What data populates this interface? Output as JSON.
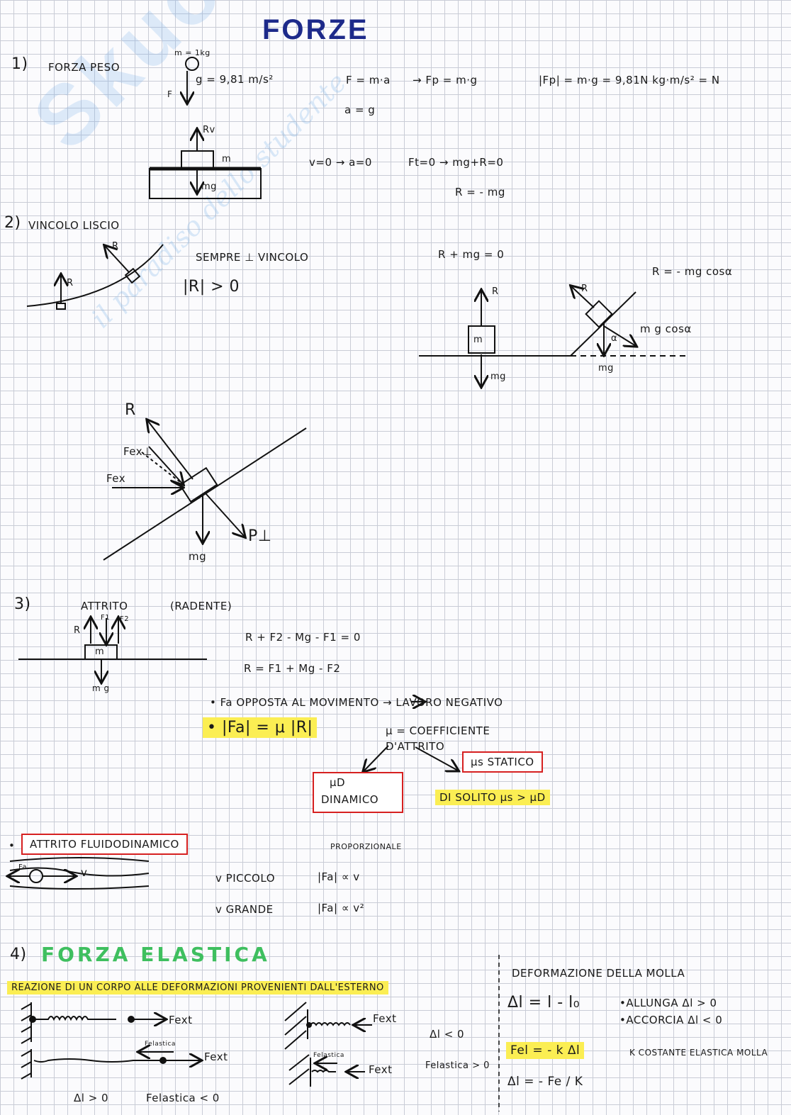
{
  "watermark": {
    "brand": "Skuola.net",
    "tagline": "il paradiso dello studente"
  },
  "title": "FORZE",
  "sec1": {
    "num": "1)",
    "heading": "FORZA PESO",
    "mass_label": "m = 1kg",
    "g_value": "g = 9,81 m/s²",
    "f_label": "F",
    "eq1": "F = m·a",
    "eq1b": "→ Fp = m·g",
    "eq2": "|Fp| = m·g = 9,81N  kg·m/s² = N",
    "eq3": "a = g",
    "rv": "Rv",
    "m": "m",
    "mg": "mg",
    "eq4": "v=0 → a=0",
    "eq5": "Ft=0 → mg+R=0",
    "eq6": "R = - mg"
  },
  "sec2": {
    "num": "2)",
    "heading": "VINCOLO LISCIO",
    "r": "R",
    "always": "SEMPRE ⊥ VINCOLO",
    "abs": "|R| > 0",
    "eq1": "R + mg = 0",
    "eq2": "R = - mg cosα",
    "mgcos": "m g cosα",
    "m": "m",
    "mg": "mg",
    "alpha": "α",
    "fexp": "Fex⊥",
    "fex": "Fex",
    "pperp": "P⊥"
  },
  "sec3": {
    "num": "3)",
    "heading": "ATTRITO",
    "sub": "(RADENTE)",
    "r": "R",
    "f1": "F1",
    "f2": "F2",
    "m": "m",
    "mg": "m g",
    "eq1": "R + F2 - Mg - F1 = 0",
    "eq2": "R = F1 + Mg - F2",
    "fa_desc": "• Fa   OPPOSTA AL MOVIMENTO → LAVORO NEGATIVO",
    "fa_formula": "• |Fa| = μ |R|",
    "mu_def": "μ = COEFFICIENTE D'ATTRITO",
    "mu_s": "μs  STATICO",
    "mu_d1": "μD",
    "mu_d2": "DINAMICO",
    "usually": "DI SOLITO μs > μD"
  },
  "fluid": {
    "heading": "ATTRITO FLUIDODINAMICO",
    "prop": "PROPORZIONALE",
    "fa": "Fa",
    "v": "v",
    "small": "v PICCOLO",
    "large": "v GRANDE",
    "f_small": "|Fa| ∝ v",
    "f_large": "|Fa| ∝ v²"
  },
  "sec4": {
    "num": "4)",
    "heading": "FORZA ELASTICA",
    "reaction": "REAZIONE DI UN CORPO ALLE DEFORMAZIONI PROVENIENTI DALL'ESTERNO",
    "fext": "Fext",
    "felastica": "Felastica",
    "dl_pos": "Δl > 0",
    "fel_neg": "Felastica < 0",
    "dl_neg": "Δl < 0",
    "fel_pos": "Felastica > 0",
    "deform_title": "DEFORMAZIONE DELLA MOLLA",
    "dl_def": "Δl = l - l₀",
    "stretch": "•ALLUNGA Δl > 0",
    "compress": "•ACCORCIA Δl < 0",
    "hooke": "Fel = - k Δl",
    "k_def": "K COSTANTE ELASTICA MOLLA",
    "dl_formula": "Δl = - Fe / K"
  }
}
